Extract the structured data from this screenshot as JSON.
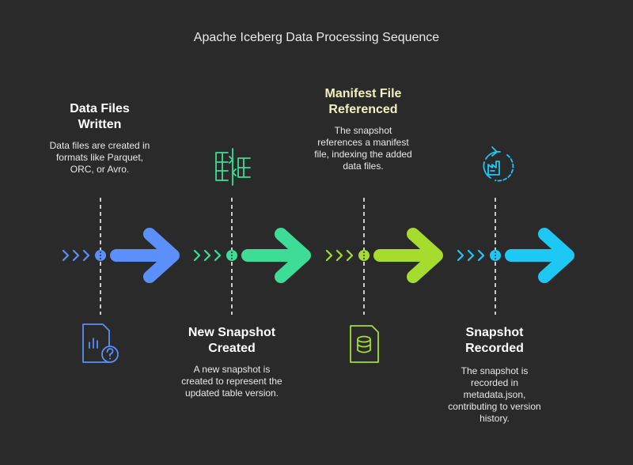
{
  "title": "Apache Iceberg Data Processing Sequence",
  "steps": [
    {
      "title_line1": "Data Files",
      "title_line2": "Written",
      "desc": "Data files are created in formats like Parquet, ORC, or Avro.",
      "color": "#5b8ff9",
      "icon": "file-chart-question-icon",
      "text_position": "top"
    },
    {
      "title_line1": "New Snapshot",
      "title_line2": "Created",
      "desc": "A new snapshot is created to represent the updated table version.",
      "color": "#3ddc97",
      "icon": "table-split-icon",
      "text_position": "bottom"
    },
    {
      "title_line1": "Manifest File",
      "title_line2": "Referenced",
      "desc": "The snapshot references a manifest file, indexing the added data files.",
      "color": "#a6dc2e",
      "title_color": "#f3f0c0",
      "icon": "file-database-icon",
      "text_position": "top"
    },
    {
      "title_line1": "Snapshot",
      "title_line2": "Recorded",
      "desc": "The snapshot is recorded in metadata.json, contributing to version history.",
      "color": "#1ec8f5",
      "icon": "refresh-factory-icon",
      "text_position": "bottom"
    }
  ]
}
